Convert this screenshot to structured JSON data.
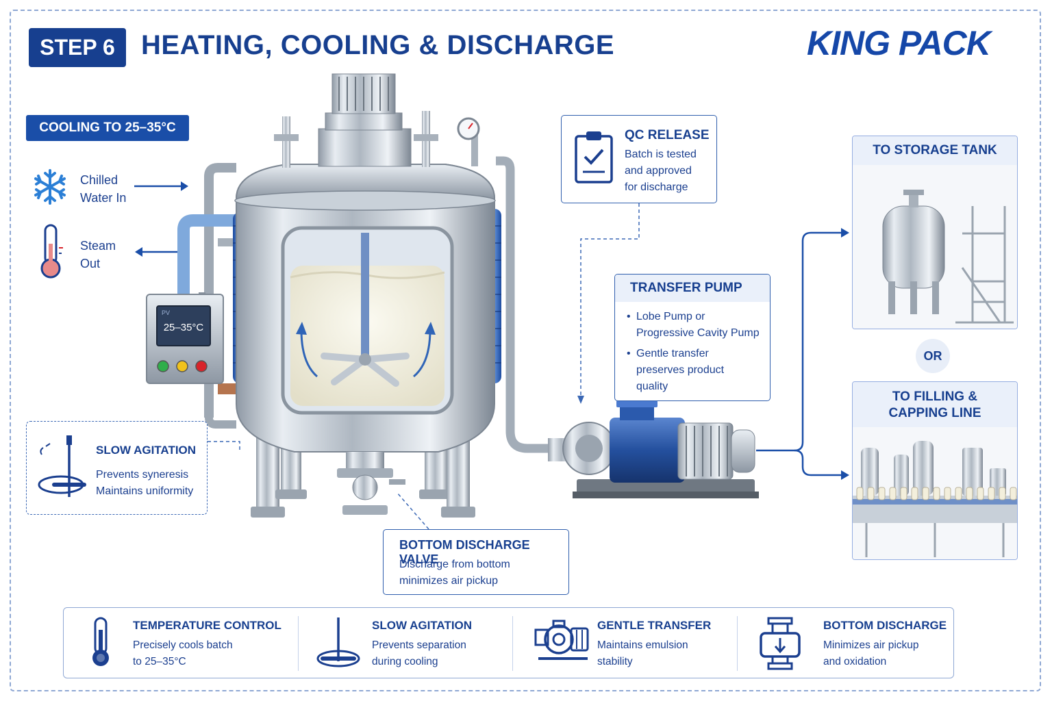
{
  "header": {
    "step": "STEP 6",
    "title": "HEATING, COOLING & DISCHARGE",
    "logo": "KING PACK"
  },
  "cooling": {
    "badge": "COOLING TO 25–35°C",
    "chilled_in_1": "Chilled",
    "chilled_in_2": "Water In",
    "steam_out_1": "Steam",
    "steam_out_2": "Out"
  },
  "panel": {
    "display_small": "PV",
    "display": "25–35°C",
    "button_colors": [
      "#2fae4a",
      "#f1c21b",
      "#d8232a"
    ]
  },
  "agitation_card": {
    "title": "SLOW AGITATION",
    "line1": "Prevents syneresis",
    "line2": "Maintains uniformity"
  },
  "qc_card": {
    "title": "QC RELEASE",
    "line1": "Batch is tested",
    "line2": "and approved",
    "line3": "for discharge"
  },
  "pump_card": {
    "title": "TRANSFER PUMP",
    "b1_l1": "Lobe Pump or",
    "b1_l2": "Progressive Cavity Pump",
    "b2_l1": "Gentle transfer",
    "b2_l2": "preserves product",
    "b2_l3": "quality"
  },
  "valve_card": {
    "title": "BOTTOM DISCHARGE VALVE",
    "line1": "Discharge from bottom",
    "line2": "minimizes air pickup"
  },
  "destinations": {
    "storage": "TO STORAGE TANK",
    "or": "OR",
    "filling_1": "TO FILLING &",
    "filling_2": "CAPPING LINE"
  },
  "features": [
    {
      "title": "TEMPERATURE CONTROL",
      "l1": "Precisely cools batch",
      "l2": "to 25–35°C",
      "icon": "thermometer-icon"
    },
    {
      "title": "SLOW AGITATION",
      "l1": "Prevents separation",
      "l2": "during cooling",
      "icon": "agitator-icon"
    },
    {
      "title": "GENTLE TRANSFER",
      "l1": "Maintains emulsion",
      "l2": "stability",
      "icon": "pump-icon"
    },
    {
      "title": "BOTTOM DISCHARGE",
      "l1": "Minimizes air pickup",
      "l2": "and oxidation",
      "icon": "valve-icon"
    }
  ],
  "colors": {
    "brand": "#173f8f",
    "accent": "#1a4ea8",
    "steel": "#b9c2cc",
    "coil": "#2f64b7",
    "cream": "#f4f1e3"
  }
}
